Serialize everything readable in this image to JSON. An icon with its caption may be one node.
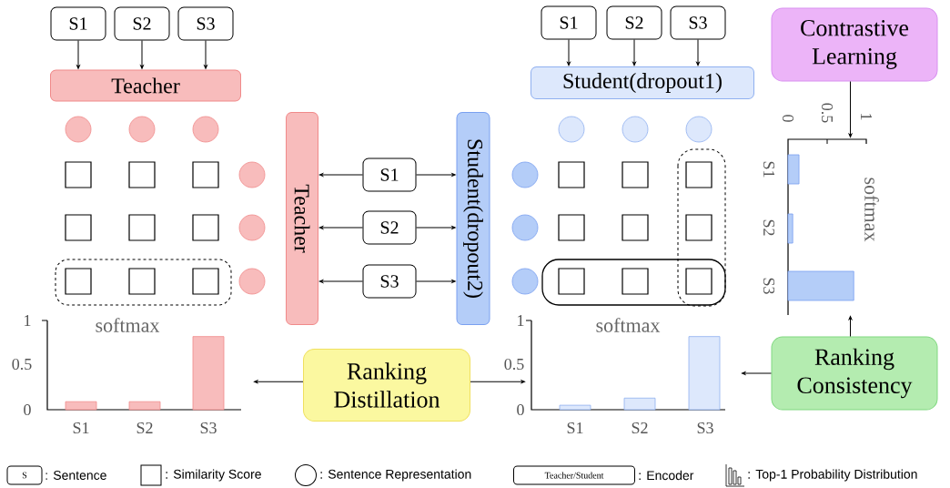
{
  "diagram": {
    "nodes": [
      {
        "text": [
          "S1"
        ]
      },
      {
        "text": [
          "S2"
        ]
      },
      {
        "text": [
          "S3"
        ]
      },
      {
        "text": [
          "Teacher"
        ]
      },
      {
        "text": [
          "S1"
        ]
      },
      {
        "text": [
          "S2"
        ]
      },
      {
        "text": [
          "S3"
        ]
      },
      {
        "text": [
          "Student(dropout1)"
        ]
      },
      {
        "text": [
          "Contrastive Learning"
        ]
      },
      {
        "text": [
          "Teacher"
        ]
      },
      {
        "text": [
          "S1"
        ]
      },
      {
        "text": [
          "S2"
        ]
      },
      {
        "text": [
          "S3"
        ]
      },
      {
        "text": [
          "Student(dropout2)"
        ]
      },
      {
        "text": [
          "Ranking Distillation"
        ]
      },
      {
        "text": [
          "Ranking Consistency"
        ]
      },
      {
        "text": [],
        "shape": "chart"
      },
      {
        "text": [],
        "shape": "chart"
      },
      {
        "text": [],
        "shape": "chart"
      }
    ],
    "edges": [
      {
        "from": 0,
        "to": 3,
        "arrow": "to"
      },
      {
        "from": 1,
        "to": 3,
        "arrow": "to"
      },
      {
        "from": 2,
        "to": 3,
        "arrow": "to"
      },
      {
        "from": 4,
        "to": 7,
        "arrow": "to"
      },
      {
        "from": 5,
        "to": 7,
        "arrow": "to"
      },
      {
        "from": 6,
        "to": 7,
        "arrow": "to"
      },
      {
        "from": 8,
        "to": 18,
        "arrow": "to"
      },
      {
        "from": 10,
        "to": 9,
        "arrow": "to"
      },
      {
        "from": 10,
        "to": 13,
        "arrow": "to"
      },
      {
        "from": 11,
        "to": 9,
        "arrow": "to"
      },
      {
        "from": 11,
        "to": 13,
        "arrow": "to"
      },
      {
        "from": 12,
        "to": 9,
        "arrow": "to"
      },
      {
        "from": 12,
        "to": 13,
        "arrow": "to"
      },
      {
        "from": 14,
        "to": 16,
        "arrow": "to"
      },
      {
        "from": 14,
        "to": 17,
        "arrow": "to"
      },
      {
        "from": 15,
        "to": 17,
        "arrow": "to"
      },
      {
        "from": 15,
        "to": 18,
        "arrow": "to"
      }
    ],
    "labels": [
      "1",
      "0.5",
      "0",
      "softmax",
      "S1",
      "S2",
      "S3",
      "0",
      "0.5",
      "1",
      "S1",
      "S2",
      "S3",
      "softmax",
      "1",
      "0.5",
      "0",
      "softmax",
      "S1",
      "S2",
      "S3",
      "S",
      "Teacher/Student"
    ],
    "legend": [
      {
        "text": ": Sentence"
      },
      {
        "text": ": Similarity Score"
      },
      {
        "text": ": Sentence Representation"
      },
      {
        "text": ": Encoder"
      },
      {
        "text": ": Top-1 Probability Distribution"
      }
    ]
  }
}
